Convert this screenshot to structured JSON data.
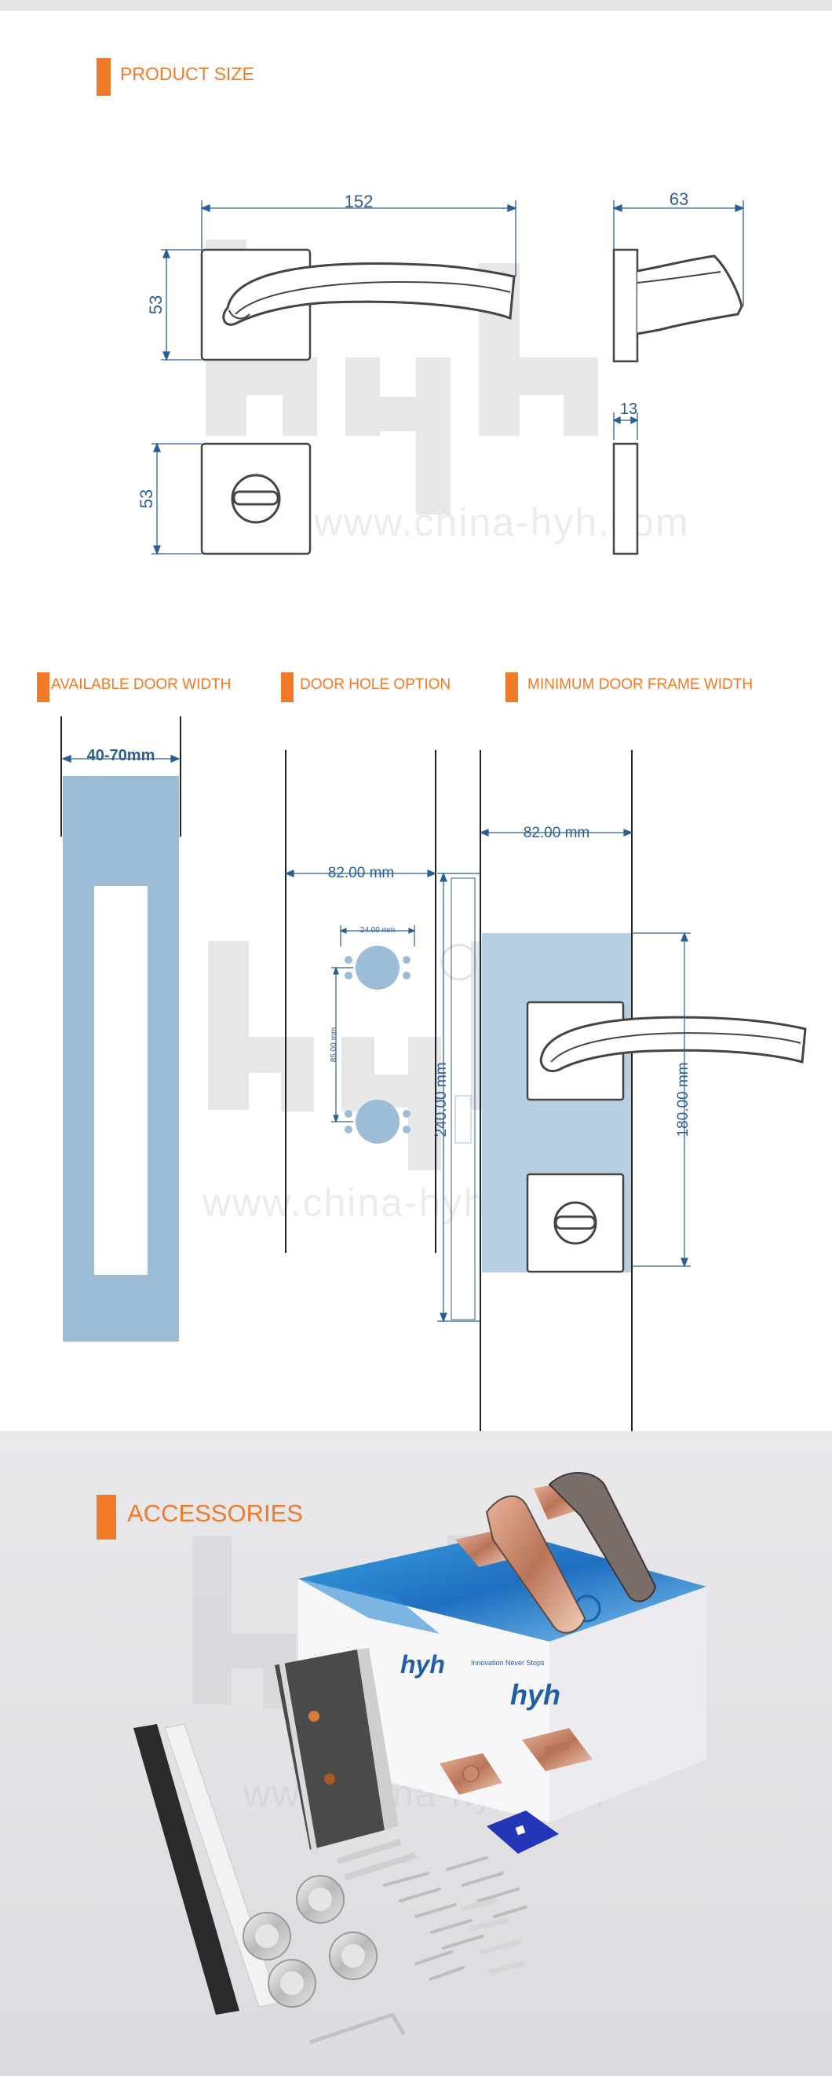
{
  "headings": {
    "product_size": "PRODUCT SIZE",
    "door_width": "AVAILABLE DOOR WIDTH",
    "hole_option": "DOOR HOLE OPTION",
    "frame_width": "MINIMUM DOOR FRAME WIDTH",
    "accessories": "ACCESSORIES"
  },
  "product_dims": {
    "length": "152",
    "depth": "63",
    "rose_height": "53",
    "escutcheon_height": "53",
    "thickness": "13"
  },
  "door_dims": {
    "width_range": "40-70mm",
    "hole_backset": "82.00 mm",
    "hole_top": "24.00 mm",
    "hole_spacing": "85.00 mm",
    "plate_height": "240.00 mm",
    "frame_backset": "82.00 mm",
    "center_distance": "180.00 mm"
  },
  "watermark": {
    "logo": "hyh",
    "url": "www.china-hyh.com"
  },
  "accessories": {
    "box_tagline": "Innovation Never Stops",
    "box_logo": "hyh"
  },
  "colors": {
    "accent": "#f07a28",
    "dimension": "#2b5f93",
    "door_fill": "#9dbcd5"
  }
}
